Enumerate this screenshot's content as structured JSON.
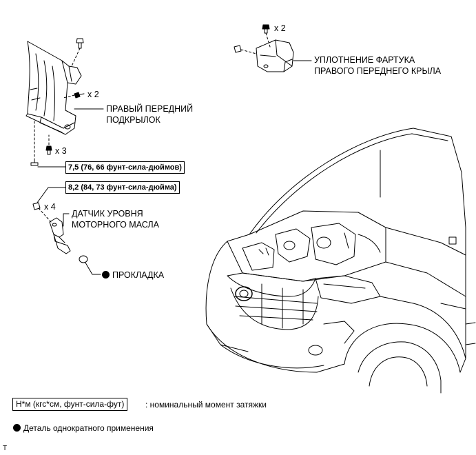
{
  "labels": {
    "seal_line1": "УПЛОТНЕНИЕ ФАРТУКА",
    "seal_line2": "ПРАВОГО ПЕРЕДНЕГО КРЫЛА",
    "liner_line1": "ПРАВЫЙ ПЕРЕДНИЙ",
    "liner_line2": "ПОДКРЫЛОК",
    "sensor_line1": "ДАТЧИК УРОВНЯ",
    "sensor_line2": "МОТОРНОГО МАСЛА",
    "gasket": "ПРОКЛАДКА"
  },
  "quantities": {
    "seal_clips": "x 2",
    "liner_screws": "x 2",
    "liner_clips": "x 3",
    "sensor_bolts": "x 4"
  },
  "torques": {
    "liner_bolt": "7,5 (76, 66 фунт-сила-дюймов)",
    "sensor_bolt": "8,2 (84, 73 фунт-сила-дюйма)"
  },
  "legend": {
    "torque_box": "Н*м (кгс*см, фунт-сила-фут)",
    "torque_desc": ": номинальный момент затяжки",
    "single_use": "Деталь однократного применения"
  },
  "footer": {
    "code": "T"
  }
}
